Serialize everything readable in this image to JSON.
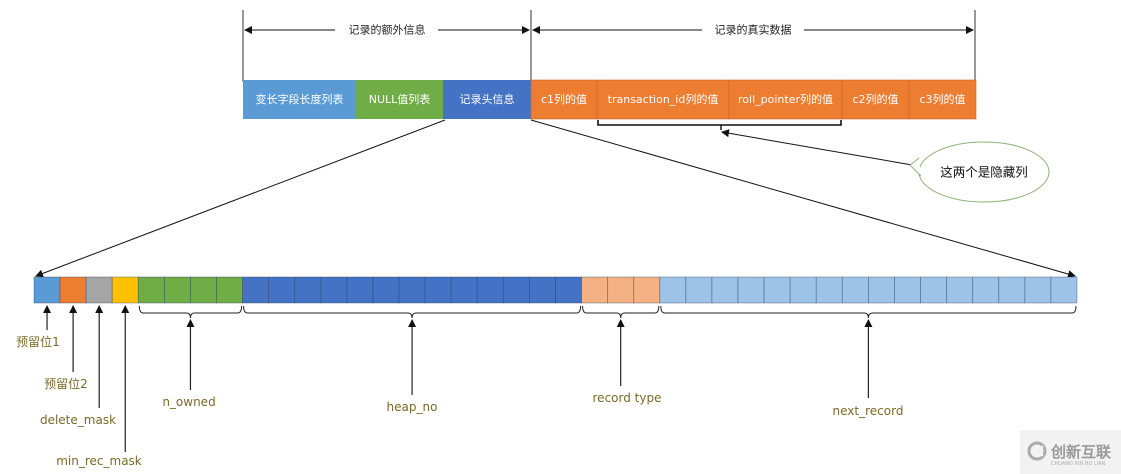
{
  "top_row": {
    "extra_info": {
      "label": "记录的额外信息",
      "segments": [
        {
          "label": "变长字段长度列表",
          "color": "#5b9bd5"
        },
        {
          "label": "NULL值列表",
          "color": "#70ad47"
        },
        {
          "label": "记录头信息",
          "color": "#4472c4"
        }
      ]
    },
    "real_data": {
      "label": "记录的真实数据",
      "segments": [
        {
          "label": "c1列的值",
          "color": "#ed7d31"
        },
        {
          "label": "transaction_id列的值",
          "color": "#ed7d31"
        },
        {
          "label": "roll_pointer列的值",
          "color": "#ed7d31"
        },
        {
          "label": "c2列的值",
          "color": "#ed7d31"
        },
        {
          "label": "c3列的值",
          "color": "#ed7d31"
        }
      ]
    },
    "hidden_note": "这两个是隐藏列"
  },
  "record_header": {
    "fields": [
      {
        "name": "预留位1",
        "bits": 1,
        "color": "#5b9bd5"
      },
      {
        "name": "预留位2",
        "bits": 1,
        "color": "#ed7d31"
      },
      {
        "name": "delete_mask",
        "bits": 1,
        "color": "#a5a5a5"
      },
      {
        "name": "min_rec_mask",
        "bits": 1,
        "color": "#ffc000"
      },
      {
        "name": "n_owned",
        "bits": 4,
        "color": "#70ad47"
      },
      {
        "name": "heap_no",
        "bits": 13,
        "color": "#4472c4"
      },
      {
        "name": "record type",
        "bits": 3,
        "color": "#f4b183"
      },
      {
        "name": "next_record",
        "bits": 16,
        "color": "#9dc3e6"
      }
    ]
  },
  "watermark": {
    "text": "创新互联",
    "sub": "CHUANG XIN HU LIAN"
  }
}
